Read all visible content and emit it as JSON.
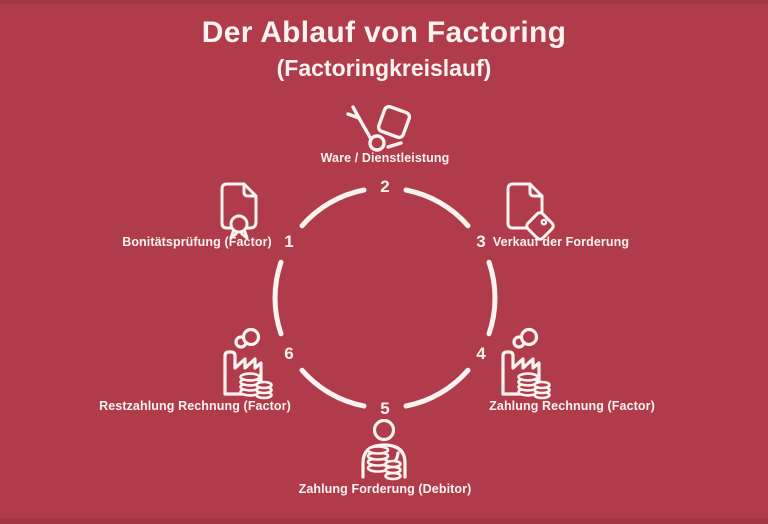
{
  "title": "Der Ablauf von Factoring",
  "subtitle": "(Factoringkreislauf)",
  "colors": {
    "background": "#B03B4B",
    "foreground": "#FAF3EF"
  },
  "diagram": {
    "type": "cycle",
    "segments": 6
  },
  "steps": [
    {
      "number": "1",
      "label": "Bonitätsprüfung (Factor)",
      "icon": "certificate-document-icon",
      "position": "upper-left"
    },
    {
      "number": "2",
      "label": "Ware / Dienstleistung",
      "icon": "hand-truck-icon",
      "position": "top"
    },
    {
      "number": "3",
      "label": "Verkauf der Forderung",
      "icon": "document-price-tag-icon",
      "position": "upper-right"
    },
    {
      "number": "4",
      "label": "Zahlung Rechnung (Factor)",
      "icon": "factory-coins-icon",
      "position": "lower-right"
    },
    {
      "number": "5",
      "label": "Zahlung Forderung (Debitor)",
      "icon": "person-coins-icon",
      "position": "bottom"
    },
    {
      "number": "6",
      "label": "Restzahlung Rechnung (Factor)",
      "icon": "factory-coins-icon",
      "position": "lower-left"
    }
  ]
}
